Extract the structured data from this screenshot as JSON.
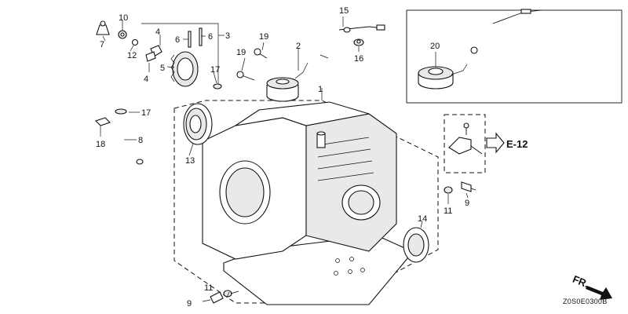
{
  "callouts": [
    {
      "id": "c1",
      "text": "1"
    },
    {
      "id": "c2",
      "text": "2"
    },
    {
      "id": "c3",
      "text": "3"
    },
    {
      "id": "c4a",
      "text": "4"
    },
    {
      "id": "c4b",
      "text": "4"
    },
    {
      "id": "c5",
      "text": "5"
    },
    {
      "id": "c6a",
      "text": "6"
    },
    {
      "id": "c6b",
      "text": "6"
    },
    {
      "id": "c7",
      "text": "7"
    },
    {
      "id": "c8",
      "text": "8"
    },
    {
      "id": "c9a",
      "text": "9"
    },
    {
      "id": "c9b",
      "text": "9"
    },
    {
      "id": "c10",
      "text": "10"
    },
    {
      "id": "c11a",
      "text": "11"
    },
    {
      "id": "c11b",
      "text": "11"
    },
    {
      "id": "c12",
      "text": "12"
    },
    {
      "id": "c13",
      "text": "13"
    },
    {
      "id": "c14",
      "text": "14"
    },
    {
      "id": "c15",
      "text": "15"
    },
    {
      "id": "c16",
      "text": "16"
    },
    {
      "id": "c17a",
      "text": "17"
    },
    {
      "id": "c17b",
      "text": "17"
    },
    {
      "id": "c18",
      "text": "18"
    },
    {
      "id": "c19a",
      "text": "19"
    },
    {
      "id": "c19b",
      "text": "19"
    },
    {
      "id": "c20",
      "text": "20"
    }
  ],
  "reference_label": "E-12",
  "direction_label": "FR.",
  "diagram_code": "Z0S0E0300B"
}
